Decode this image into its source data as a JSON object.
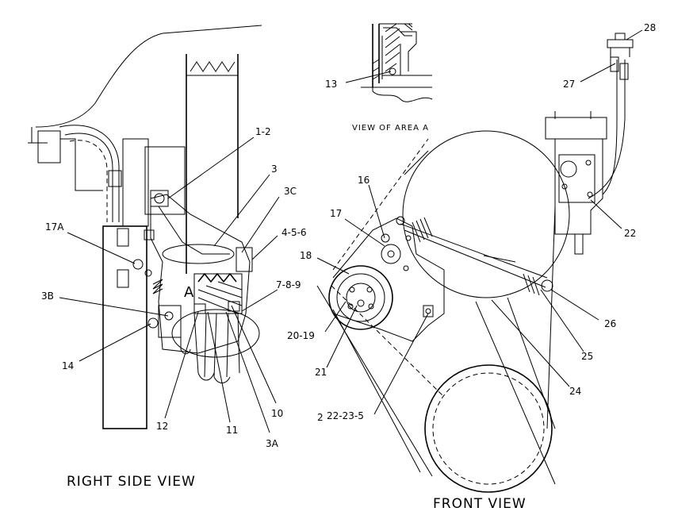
{
  "views": {
    "right_side_caption": "RIGHT SIDE VIEW",
    "front_caption": "FRONT VIEW",
    "area_caption": "VIEW OF AREA A",
    "area_marker": "A"
  },
  "callouts": {
    "c1_2": "1-2",
    "c3": "3",
    "c3C": "3C",
    "c4_5_6": "4-5-6",
    "c7_8_9": "7-8-9",
    "c17A": "17A",
    "c3B": "3B",
    "c14": "14",
    "c12": "12",
    "c11": "11",
    "c3A": "3A",
    "c10": "10",
    "c13": "13",
    "c28": "28",
    "c27": "27",
    "c16": "16",
    "c17": "17",
    "c18": "18",
    "c22": "22",
    "c20_19": "20-19",
    "c26": "26",
    "c25": "25",
    "c21": "21",
    "c24": "24",
    "c22_23_5_prefix": "2",
    "c22_23_5": "22-23-5"
  }
}
